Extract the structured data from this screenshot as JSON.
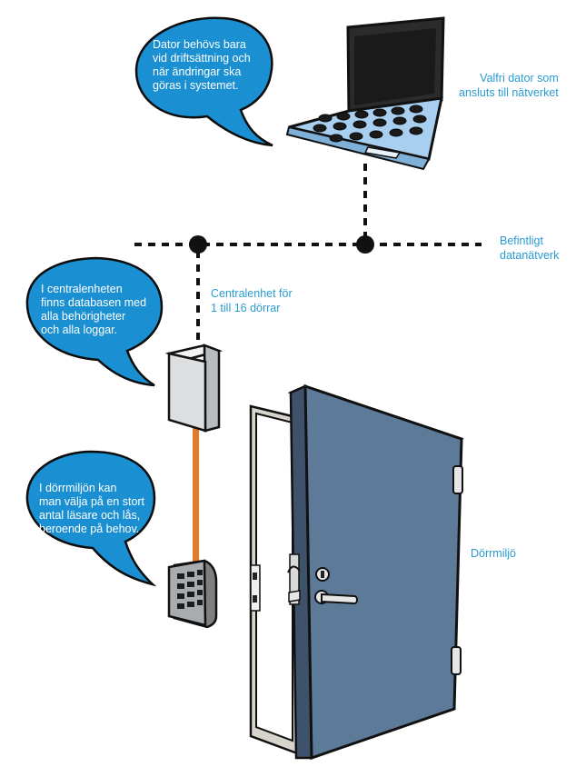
{
  "colors": {
    "bubble": "#1a8fd1",
    "bubble_outline": "#0c0c0c",
    "label": "#2a9bd0",
    "laptop_screen": "#a8cfef",
    "door": "#5d7a99",
    "cable": "#e37b2b"
  },
  "bubbles": {
    "computer": [
      "Dator behövs bara",
      "vid driftsättning och",
      "när ändringar ska",
      "göras i systemet."
    ],
    "central": [
      "I centralenheten",
      "finns databasen med",
      "alla behörigheter",
      "och alla loggar."
    ],
    "door": [
      "I dörrmiljön kan",
      "man välja på en stort",
      "antal läsare och lås,",
      "beroende på behov."
    ]
  },
  "labels": {
    "computer": [
      "Valfri dator som",
      "ansluts till nätverket"
    ],
    "network": [
      "Befintligt",
      "datanätverk"
    ],
    "central": [
      "Centralenhet för",
      "1 till 16 dörrar"
    ],
    "door": [
      "Dörrmiljö"
    ]
  },
  "icons": {
    "laptop": "laptop-icon",
    "central_unit": "central-unit-icon",
    "keypad": "keypad-reader-icon",
    "door": "door-icon"
  }
}
